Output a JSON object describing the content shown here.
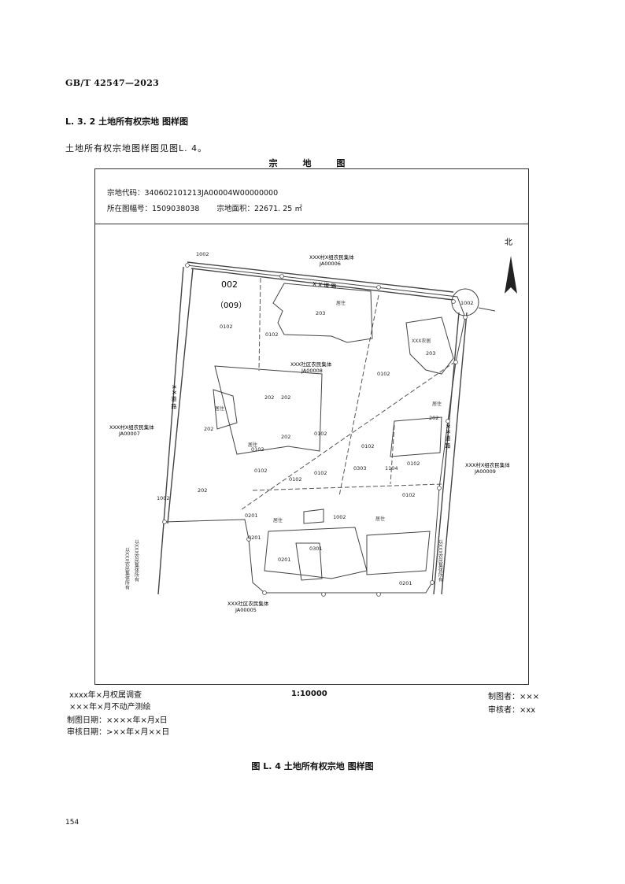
{
  "header": {
    "standard_code": "GB/T    42547—2023"
  },
  "section": {
    "heading": "L. 3. 2    土地所有权宗地  图样图"
  },
  "intro_text": "土地所有权宗地图样图见图L. 4。",
  "map_frame": {
    "title": "宗 地 图",
    "parcel_code": "宗地代码：340602101213JA00004W00000000",
    "sheet_number": "所在图幅号：1509038038",
    "parcel_area": "宗地面积：22671. 25 ㎡"
  },
  "map": {
    "north_label": "北",
    "parcel_number": "002",
    "parcel_number_sub": "（009）",
    "owners": {
      "north_name": "XXX村X组农民集体",
      "north_code": "JA00006",
      "west_name": "XXX村X组农民集体",
      "west_code": "JA00007",
      "east_name": "XXX村X组农民集体",
      "east_code": "JA00009",
      "south_name": "XXX社区农民集体",
      "south_code": "JA00005",
      "center_name": "XXX社区农民集体",
      "center_code": "JA00008"
    },
    "roads": {
      "north_road": "X X 道 路",
      "west_road": "X X 道 路",
      "east_road": "X X 道 路"
    },
    "land_codes": [
      "0102",
      "0102",
      "0102",
      "0102",
      "0102",
      "0102",
      "0102",
      "0102",
      "0102",
      "0102",
      "0102",
      "202",
      "202",
      "202",
      "202",
      "202",
      "202",
      "203",
      "203",
      "0201",
      "0201",
      "0201",
      "0201",
      "0301",
      "0303",
      "1104",
      "1002",
      "1002",
      "1002",
      "1002"
    ],
    "building_notes": [
      "居住",
      "XXX农居",
      "居住",
      "居住",
      "居住",
      "居住",
      "居住"
    ],
    "edge_notes": {
      "left": "以XXX农民集体所有",
      "right": "以XXX农民集体所有",
      "bottom_left": "以XXX农民集体所有"
    }
  },
  "footer": {
    "survey_line1": "xxxx年×月权属调查",
    "survey_line2": "×××年×月不动产测绘",
    "draw_date": "制图日期：××××年×月x日",
    "review_date": "审核日期：>××年×月××日",
    "scale": "1:10000",
    "drafter": "制图者：×××",
    "reviewer": "审核者：×xx"
  },
  "caption": "图  L. 4    土地所有权宗地  图样图",
  "page_number": "154"
}
